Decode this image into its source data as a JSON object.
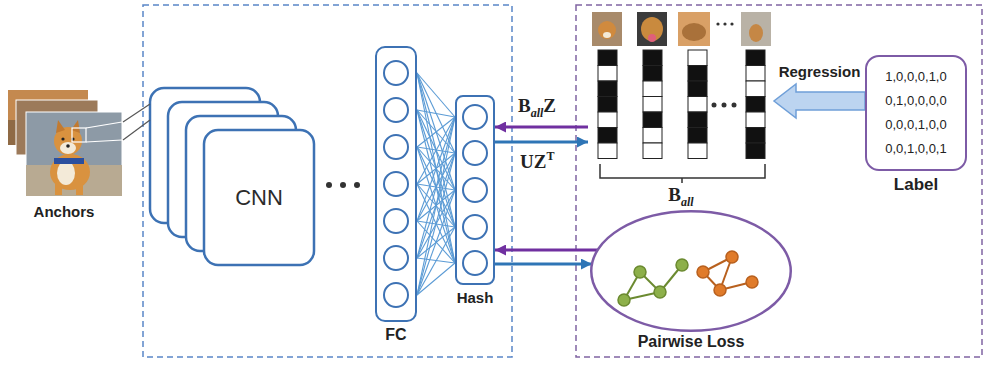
{
  "diagram": {
    "nodes": [
      {
        "text": [
          "Anchors"
        ]
      },
      {
        "text": [
          "CNN"
        ]
      },
      {
        "text": [
          "FC"
        ]
      },
      {
        "text": [
          "Hash"
        ]
      },
      {
        "text": [
          "B",
          "all"
        ]
      },
      {
        "text": [
          "1,0,0,0,1,0 0,1,0,0,0,0 0,0,0,1,0,0 0,0,1,0,0,1",
          "Label"
        ]
      },
      {
        "text": [
          "Pairwise Loss"
        ]
      }
    ],
    "edges": [
      {
        "from": 0,
        "to": 1,
        "arrow": "none"
      },
      {
        "from": 2,
        "to": 3,
        "arrow": "none"
      },
      {
        "from": 4,
        "to": 3,
        "arrow": "to"
      },
      {
        "from": 3,
        "to": 4,
        "arrow": "to"
      },
      {
        "from": 6,
        "to": 3,
        "arrow": "to"
      },
      {
        "from": 3,
        "to": 6,
        "arrow": "to"
      },
      {
        "from": 5,
        "to": 4,
        "arrow": "to",
        "label": "Regression"
      }
    ],
    "labels": [
      "B",
      "all",
      "Z",
      "UZ",
      "T"
    ]
  }
}
